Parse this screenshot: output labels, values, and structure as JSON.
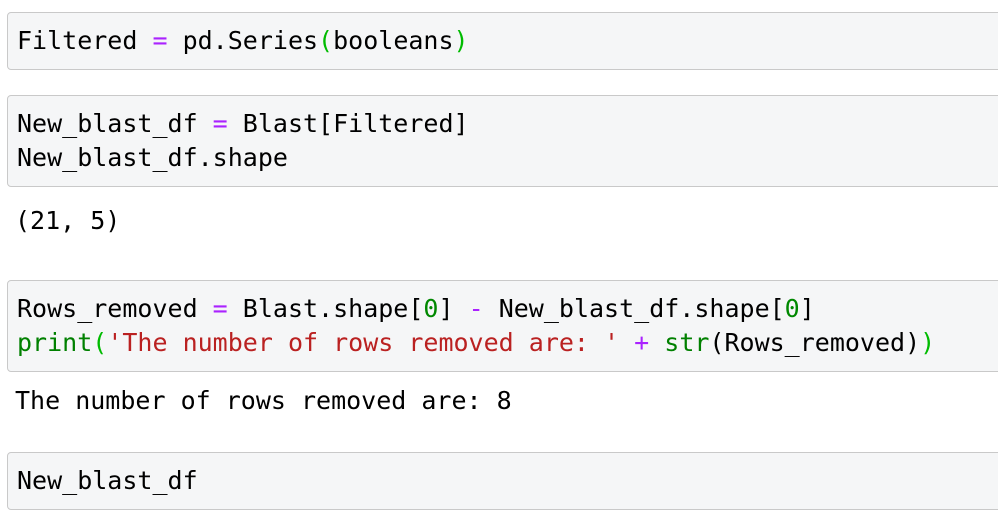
{
  "app": "jupyter-notebook",
  "colors": {
    "operator": "#aa22ff",
    "builtin_function": "#008000",
    "string": "#ba2121",
    "number": "#008800",
    "matched_bracket": "#00bb00",
    "cell_background": "#f5f6f7",
    "cell_border": "#c9c9c9",
    "page_background": "#ffffff",
    "code_text": "#000000"
  },
  "notebook": {
    "cells": [
      {
        "type": "code",
        "source_text": "Filtered = pd.Series(booleans)",
        "lines": [
          [
            {
              "t": "Filtered ",
              "c": "plain"
            },
            {
              "t": "=",
              "c": "op"
            },
            {
              "t": " pd.Series",
              "c": "plain"
            },
            {
              "t": "(",
              "c": "br"
            },
            {
              "t": "booleans",
              "c": "plain"
            },
            {
              "t": ")",
              "c": "br"
            }
          ]
        ]
      },
      {
        "type": "code",
        "source_text": "New_blast_df = Blast[Filtered]\nNew_blast_df.shape",
        "lines": [
          [
            {
              "t": "New_blast_df ",
              "c": "plain"
            },
            {
              "t": "=",
              "c": "op"
            },
            {
              "t": " Blast[Filtered]",
              "c": "plain"
            }
          ],
          [
            {
              "t": "New_blast_df.shape",
              "c": "plain"
            }
          ]
        ]
      },
      {
        "type": "output",
        "source_text": "(21, 5)",
        "lines": [
          [
            {
              "t": "(21, 5)",
              "c": "plain"
            }
          ]
        ]
      },
      {
        "type": "code",
        "source_text": "Rows_removed = Blast.shape[0] - New_blast_df.shape[0]\nprint('The number of rows removed are: ' + str(Rows_removed))",
        "lines": [
          [
            {
              "t": "Rows_removed ",
              "c": "plain"
            },
            {
              "t": "=",
              "c": "op"
            },
            {
              "t": " Blast.shape[",
              "c": "plain"
            },
            {
              "t": "0",
              "c": "num"
            },
            {
              "t": "] ",
              "c": "plain"
            },
            {
              "t": "-",
              "c": "op"
            },
            {
              "t": " New_blast_df.shape[",
              "c": "plain"
            },
            {
              "t": "0",
              "c": "num"
            },
            {
              "t": "]",
              "c": "plain"
            }
          ],
          [
            {
              "t": "print",
              "c": "builtin"
            },
            {
              "t": "(",
              "c": "br"
            },
            {
              "t": "'The number of rows removed are: '",
              "c": "str"
            },
            {
              "t": " ",
              "c": "plain"
            },
            {
              "t": "+",
              "c": "op"
            },
            {
              "t": " ",
              "c": "plain"
            },
            {
              "t": "str",
              "c": "builtin"
            },
            {
              "t": "(Rows_removed)",
              "c": "plain"
            },
            {
              "t": ")",
              "c": "br"
            }
          ]
        ]
      },
      {
        "type": "output",
        "source_text": "The number of rows removed are: 8",
        "lines": [
          [
            {
              "t": "The number of rows removed are: 8",
              "c": "plain"
            }
          ]
        ]
      },
      {
        "type": "code",
        "source_text": "New_blast_df",
        "lines": [
          [
            {
              "t": "New_blast_df",
              "c": "plain"
            }
          ]
        ]
      }
    ]
  }
}
